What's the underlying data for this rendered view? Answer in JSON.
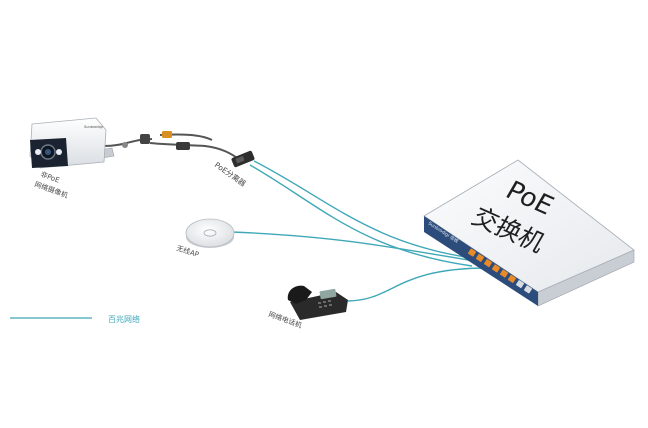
{
  "devices": {
    "camera": {
      "brand": "Sunbrodigi",
      "label_line1": "非PoE",
      "label_line2": "网络摄像机"
    },
    "splitter": {
      "label": "PoE分离器"
    },
    "access_point": {
      "label": "无线AP"
    },
    "ip_phone": {
      "label": "网络电话机"
    },
    "switch": {
      "title_line1": "PoE",
      "title_line2": "交换机",
      "brand": "Sunbrodigi 信锐",
      "port_count": 8
    }
  },
  "legend": {
    "label": "百兆网络"
  },
  "colors": {
    "link": "#3fa8b8",
    "cable_dark": "#555555",
    "switch_top": "#f4f6f8",
    "switch_front": "#2c4c7c",
    "port_orange": "#e98a28"
  }
}
